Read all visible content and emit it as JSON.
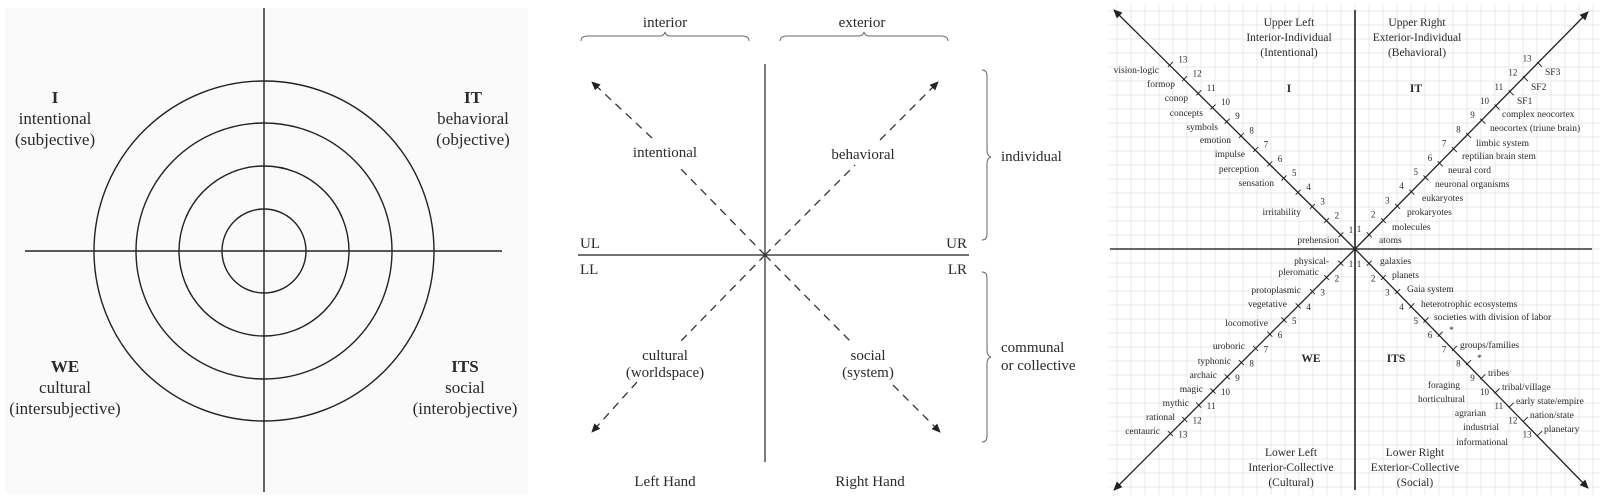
{
  "panel_circle": {
    "quadrants": [
      {
        "code": "I",
        "name": "intentional",
        "mode": "(subjective)"
      },
      {
        "code": "IT",
        "name": "behavioral",
        "mode": "(objective)"
      },
      {
        "code": "WE",
        "name": "cultural",
        "mode": "(intersubjective)"
      },
      {
        "code": "ITS",
        "name": "social",
        "mode": "(interobjective)"
      }
    ],
    "ring_count": 4
  },
  "panel_arrows": {
    "top_brackets": [
      "interior",
      "exterior"
    ],
    "side_brackets": [
      "individual",
      "communal",
      "or collective"
    ],
    "corner_labels": [
      "UL",
      "UR",
      "LL",
      "LR"
    ],
    "arrow_labels": {
      "ul": "intentional",
      "ur": "behavioral",
      "ll_1": "cultural",
      "ll_2": "(worldspace)",
      "lr_1": "social",
      "lr_2": "(system)"
    },
    "bottom_labels": [
      "Left Hand",
      "Right Hand"
    ]
  },
  "panel_grid": {
    "headers": {
      "ul": [
        "Upper Left",
        "Interior-Individual",
        "(Intentional)"
      ],
      "ur": [
        "Upper Right",
        "Exterior-Individual",
        "(Behavioral)"
      ],
      "ll": [
        "Lower Left",
        "Interior-Collective",
        "(Cultural)"
      ],
      "lr": [
        "Lower Right",
        "Exterior-Collective",
        "(Social)"
      ]
    },
    "quadrant_codes": {
      "ul": "I",
      "ur": "IT",
      "ll": "WE",
      "lr": "ITS"
    },
    "ul_levels": [
      "prehension",
      "",
      "irritability",
      "",
      "sensation",
      "perception",
      "impulse",
      "emotion",
      "symbols",
      "concepts",
      "conop",
      "formop",
      "vision-logic"
    ],
    "ur_levels": [
      "atoms",
      "molecules",
      "prokaryotes",
      "eukaryotes",
      "neuronal organisms",
      "neural cord",
      "reptilian brain stem",
      "limbic system",
      "neocortex (triune brain)",
      "complex neocortex",
      "SF1",
      "SF2",
      "SF3"
    ],
    "ll_levels": [
      "physical-",
      "pleromatic",
      "protoplasmic",
      "vegetative",
      "locomotive",
      "uroboric",
      "typhonic",
      "archaic",
      "magic",
      "mythic",
      "rational",
      "centauric"
    ],
    "lr_levels": [
      "galaxies",
      "planets",
      "Gaia system",
      "heterotrophic ecosystems",
      "societies with division of labor",
      "*",
      "groups/families",
      "*",
      "tribes",
      "tribal/village",
      "early state/empire",
      "nation/state",
      "planetary"
    ],
    "lr_outer_levels": [
      "foraging",
      "horticultural",
      "agrarian",
      "industrial",
      "informational"
    ],
    "tick_numbers": [
      "1",
      "2",
      "3",
      "4",
      "5",
      "6",
      "7",
      "8",
      "9",
      "10",
      "11",
      "12",
      "13"
    ]
  }
}
